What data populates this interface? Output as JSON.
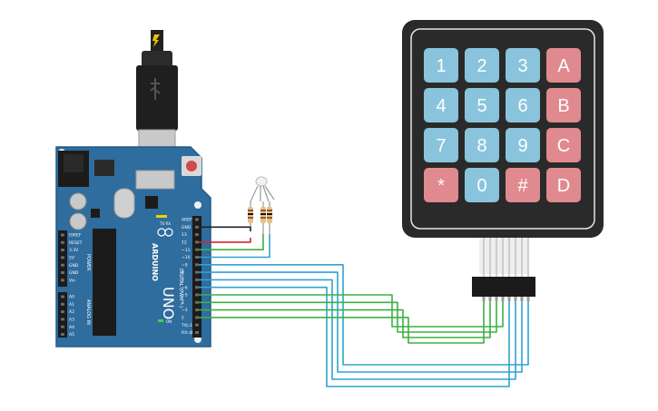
{
  "keypad": {
    "rows": [
      [
        {
          "label": "1",
          "kind": "digit"
        },
        {
          "label": "2",
          "kind": "digit"
        },
        {
          "label": "3",
          "kind": "digit"
        },
        {
          "label": "A",
          "kind": "letter"
        }
      ],
      [
        {
          "label": "4",
          "kind": "digit"
        },
        {
          "label": "5",
          "kind": "digit"
        },
        {
          "label": "6",
          "kind": "digit"
        },
        {
          "label": "B",
          "kind": "letter"
        }
      ],
      [
        {
          "label": "7",
          "kind": "digit"
        },
        {
          "label": "8",
          "kind": "digit"
        },
        {
          "label": "9",
          "kind": "digit"
        },
        {
          "label": "C",
          "kind": "letter"
        }
      ],
      [
        {
          "label": "*",
          "kind": "letter"
        },
        {
          "label": "0",
          "kind": "digit"
        },
        {
          "label": "#",
          "kind": "letter"
        },
        {
          "label": "D",
          "kind": "letter"
        }
      ]
    ],
    "colors": {
      "digit": "#8ac4dc",
      "letter": "#e08a8f",
      "frame": "#2a2a2a"
    }
  },
  "board": {
    "name": "UNO",
    "brand": "ARDUINO",
    "digital_label": "DIGITAL (PWM ~)",
    "power_label": "POWER",
    "analog_label": "ANALOG IN",
    "on_label": "ON",
    "tx_label": "TX",
    "rx_label": "RX",
    "top_pins": [
      "AREF",
      "GND",
      "13",
      "12",
      "~11",
      "~10",
      "~9",
      "8",
      "7",
      "~6",
      "~5",
      "4",
      "~3",
      "2",
      "TX▷1",
      "RX◁0"
    ],
    "power_pins": [
      "IOREF",
      "RESET",
      "3.3V",
      "5V",
      "GND",
      "GND",
      "Vin"
    ],
    "analog_pins": [
      "A0",
      "A1",
      "A2",
      "A3",
      "A4",
      "A5"
    ],
    "color": "#2f6d9e"
  },
  "wire_colors": {
    "red": "#d42a2a",
    "black": "#222222",
    "green": "#3cb043",
    "cyan": "#2fa3cf"
  }
}
